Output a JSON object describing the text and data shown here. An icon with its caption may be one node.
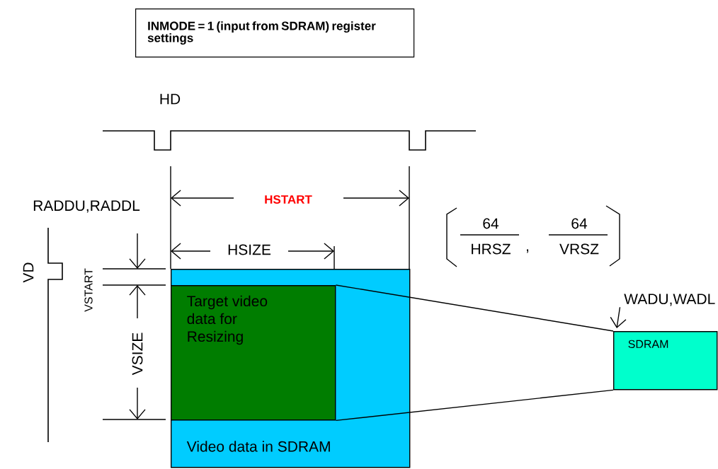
{
  "diagram": {
    "nodes": [
      {
        "text": [
          "INMODE = 1 (input from SDRAM) register settings"
        ]
      },
      {
        "text": [
          "Video data in SDRAM"
        ]
      },
      {
        "text": [
          "Target video data for Resizing"
        ],
        "in": 1
      },
      {
        "text": [
          "SDRAM"
        ]
      },
      {
        "text": [
          "WADU,WADL"
        ]
      }
    ],
    "edges": [
      {
        "from": 2,
        "to": 3,
        "arrow": "none"
      },
      {
        "from": 2,
        "to": 3,
        "arrow": "none"
      },
      {
        "from": 4,
        "to": 3,
        "arrow": "to"
      }
    ],
    "labels": [
      "HD",
      "HSTART",
      "RADDU,RADDL",
      "64",
      "64",
      "HSIZE",
      "HRSZ",
      ",",
      "VRSZ",
      "VD",
      "VSTART",
      "VSIZE"
    ]
  }
}
